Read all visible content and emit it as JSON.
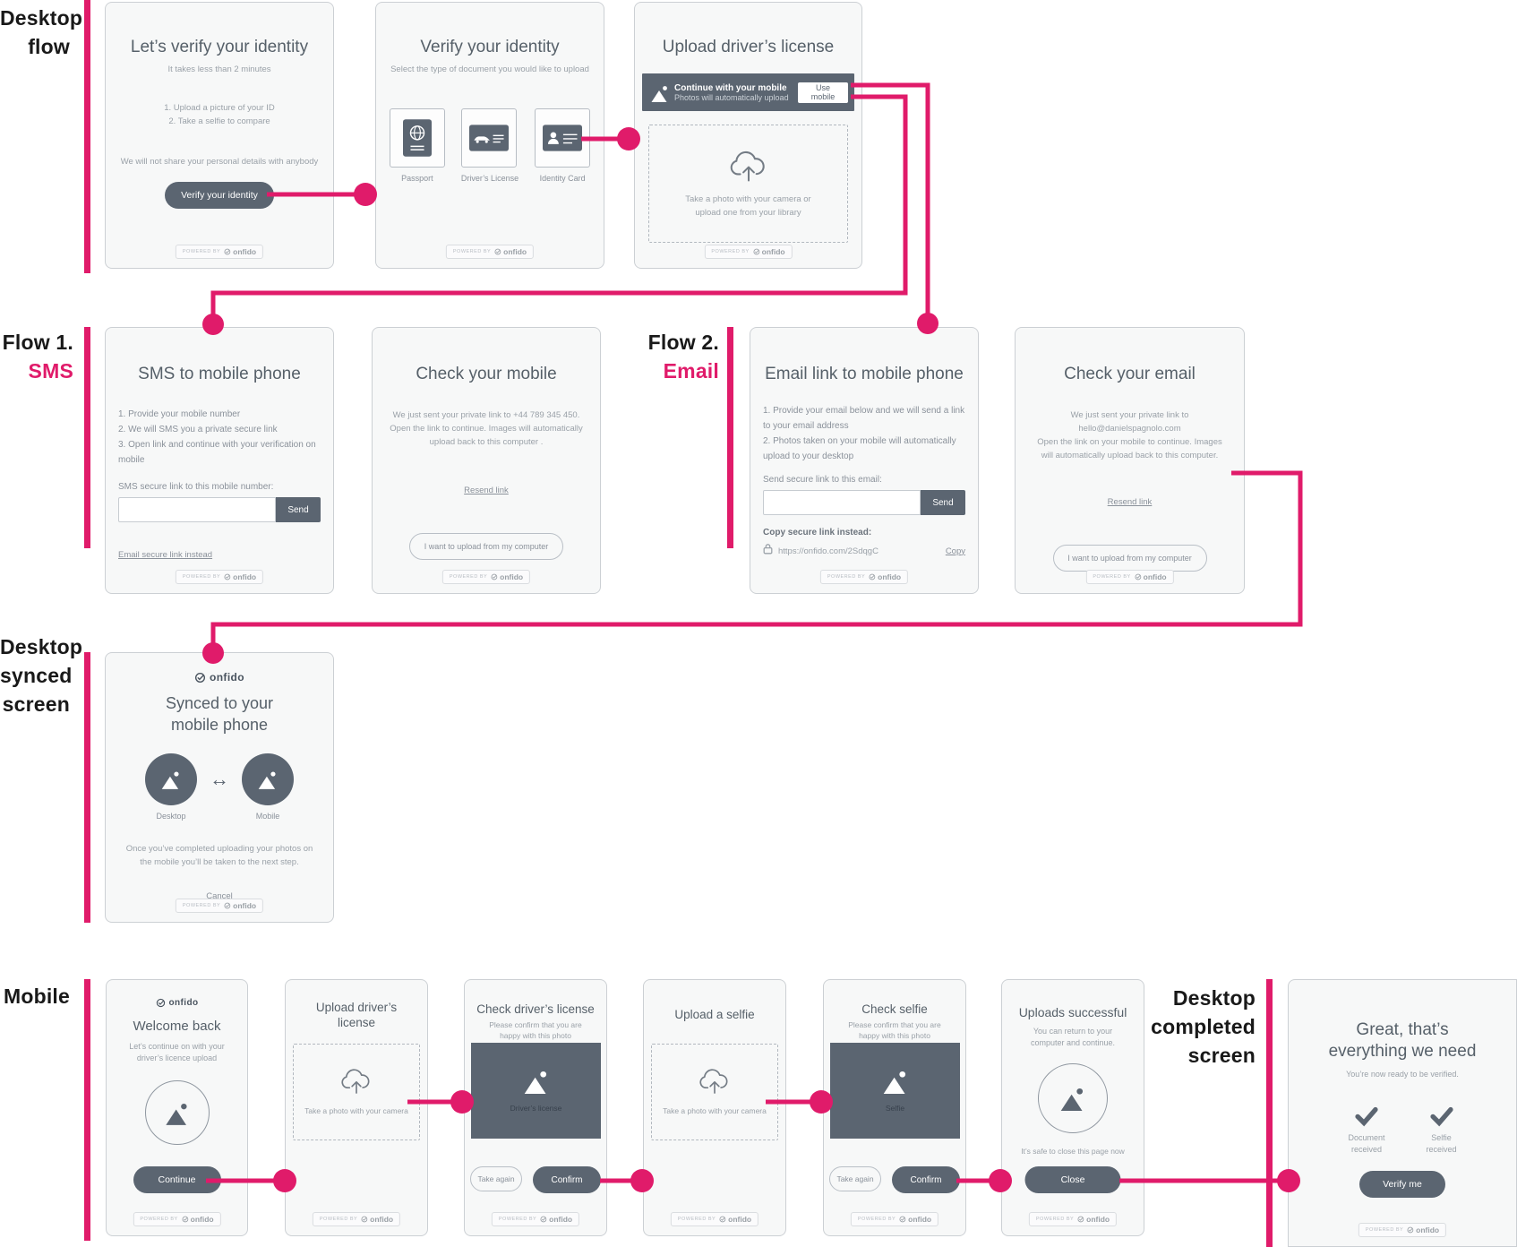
{
  "brand": {
    "powered_by": "powered by",
    "name": "onfido"
  },
  "colors": {
    "accent": "#e01b6a",
    "slate": "#5b6571"
  },
  "labels": {
    "row1a": "Desktop",
    "row1b": "flow",
    "flow1": "Flow 1.",
    "flow1_mode": "SMS",
    "flow2": "Flow 2.",
    "flow2_mode": "Email",
    "synceda": "Desktop",
    "syncedb": "synced",
    "syncedc": "screen",
    "mobile": "Mobile",
    "completeda": "Desktop",
    "completedb": "completed",
    "completedc": "screen"
  },
  "cards": {
    "intro": {
      "title": "Let’s verify your identity",
      "tagline": "It takes less than 2 minutes",
      "step1": "1. Upload a picture of your ID",
      "step2": "2. Take a selfie to compare",
      "note": "We will not share your personal details with anybody",
      "cta": "Verify your identity"
    },
    "select_doc": {
      "title": "Verify your identity",
      "subtitle": "Select the type of document you would like to upload",
      "option1": "Passport",
      "option2": "Driver’s License",
      "option3": "Identity Card"
    },
    "upload_license": {
      "title": "Upload driver’s license",
      "banner_title": "Continue with your mobile",
      "banner_subtitle": "Photos will automatically upload",
      "banner_cta": "Use mobile",
      "drop_line1": "Take a photo with your camera or",
      "drop_line2": "upload one from your library"
    },
    "sms": {
      "title": "SMS to mobile phone",
      "step1": "1. Provide your mobile number",
      "step2": "2. We will SMS you a private secure link",
      "step3": "3. Open link and continue with your verification on mobile",
      "input_label": "SMS secure link to this mobile number:",
      "send": "Send",
      "alt": "Email secure link instead"
    },
    "check_mobile": {
      "title": "Check your mobile",
      "sent": "We just sent your private link to +44 789 345 450.",
      "open": "Open the link to continue. Images will automatically upload back to this computer .",
      "resend": "Resend link",
      "alt": "I want to upload from my computer"
    },
    "email": {
      "title": "Email link to mobile phone",
      "step1": "1. Provide your email below and we will send a link to your email address",
      "step2": "2. Photos taken on your mobile will automatically upload to your desktop",
      "input_label": "Send secure link to this email:",
      "send": "Send",
      "copy_label": "Copy secure link instead:",
      "url": "https://onfido.com/2SdqgC",
      "copy": "Copy"
    },
    "check_email": {
      "title": "Check your email",
      "sent": "We just sent your private link to hello@danielspagnolo.com",
      "open": "Open the link on your mobile to continue. Images will automatically upload back to this computer.",
      "resend": "Resend link",
      "alt": "I want to upload from my computer"
    },
    "synced": {
      "title1": "Synced to your",
      "title2": "mobile phone",
      "device1": "Desktop",
      "device2": "Mobile",
      "note": "Once you’ve completed uploading your photos on the mobile you’ll be taken to the next step.",
      "cancel": "Cancel"
    },
    "m_welcome": {
      "title": "Welcome back",
      "subtitle": "Let’s continue on with your driver’s licence upload",
      "cta": "Continue"
    },
    "m_upload_license": {
      "title": "Upload driver’s license",
      "drop": "Take a photo with your camera"
    },
    "m_check_license": {
      "title": "Check driver’s license",
      "subtitle": "Please confirm that you are happy with this photo",
      "caption": "Driver’s license",
      "take_again": "Take again",
      "confirm": "Confirm"
    },
    "m_upload_selfie": {
      "title": "Upload a selfie",
      "drop": "Take a photo with your camera"
    },
    "m_check_selfie": {
      "title": "Check selfie",
      "subtitle": "Please confirm that you are happy with this photo",
      "caption": "Selfie",
      "take_again": "Take again",
      "confirm": "Confirm"
    },
    "m_done": {
      "title": "Uploads successful",
      "subtitle": "You can return to your computer and continue.",
      "note": "It’s safe to close this page now",
      "cta": "Close"
    },
    "completed": {
      "title": "Great, that’s everything we need",
      "subtitle": "You’re now ready to be verified.",
      "check1a": "Document",
      "check1b": "received",
      "check2a": "Selfie",
      "check2b": "received",
      "cta": "Verify me"
    }
  }
}
